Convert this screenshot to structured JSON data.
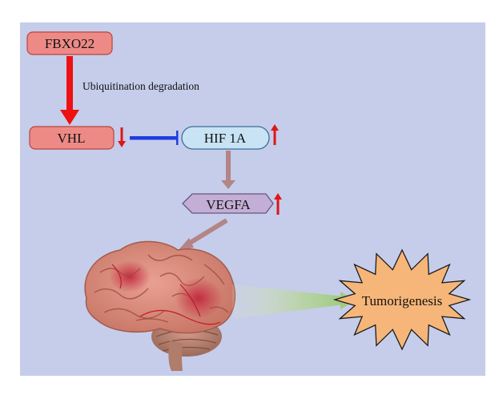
{
  "nodes": {
    "fbxo22": "FBXO22",
    "vhl": "VHL",
    "hif1a": "HIF 1A",
    "vegfa": "VEGFA",
    "tumorigenesis": "Tumorigenesis"
  },
  "edges": {
    "fbxo22_to_vhl": "Ubiquitination degradation"
  },
  "trends": {
    "vhl": "down",
    "hif1a": "up",
    "vegfa": "up"
  },
  "icons": {
    "brain": "brain-icon",
    "burst": "starburst-icon"
  },
  "colors": {
    "background_panel": "#c5cdea",
    "gene_box_red": "#ee8a86",
    "gene_box_stroke": "#b94440",
    "hif_fill": "#c7e3f4",
    "hif_stroke": "#3b6d9a",
    "vegfa_fill": "#c3aed6",
    "vegfa_stroke": "#6a5482",
    "inhibit_blue": "#1f3ce0",
    "arrow_red": "#ee1111",
    "arrow_mauve": "#b38586",
    "burst_fill": "#f6b679",
    "trend_red": "#e01515"
  }
}
